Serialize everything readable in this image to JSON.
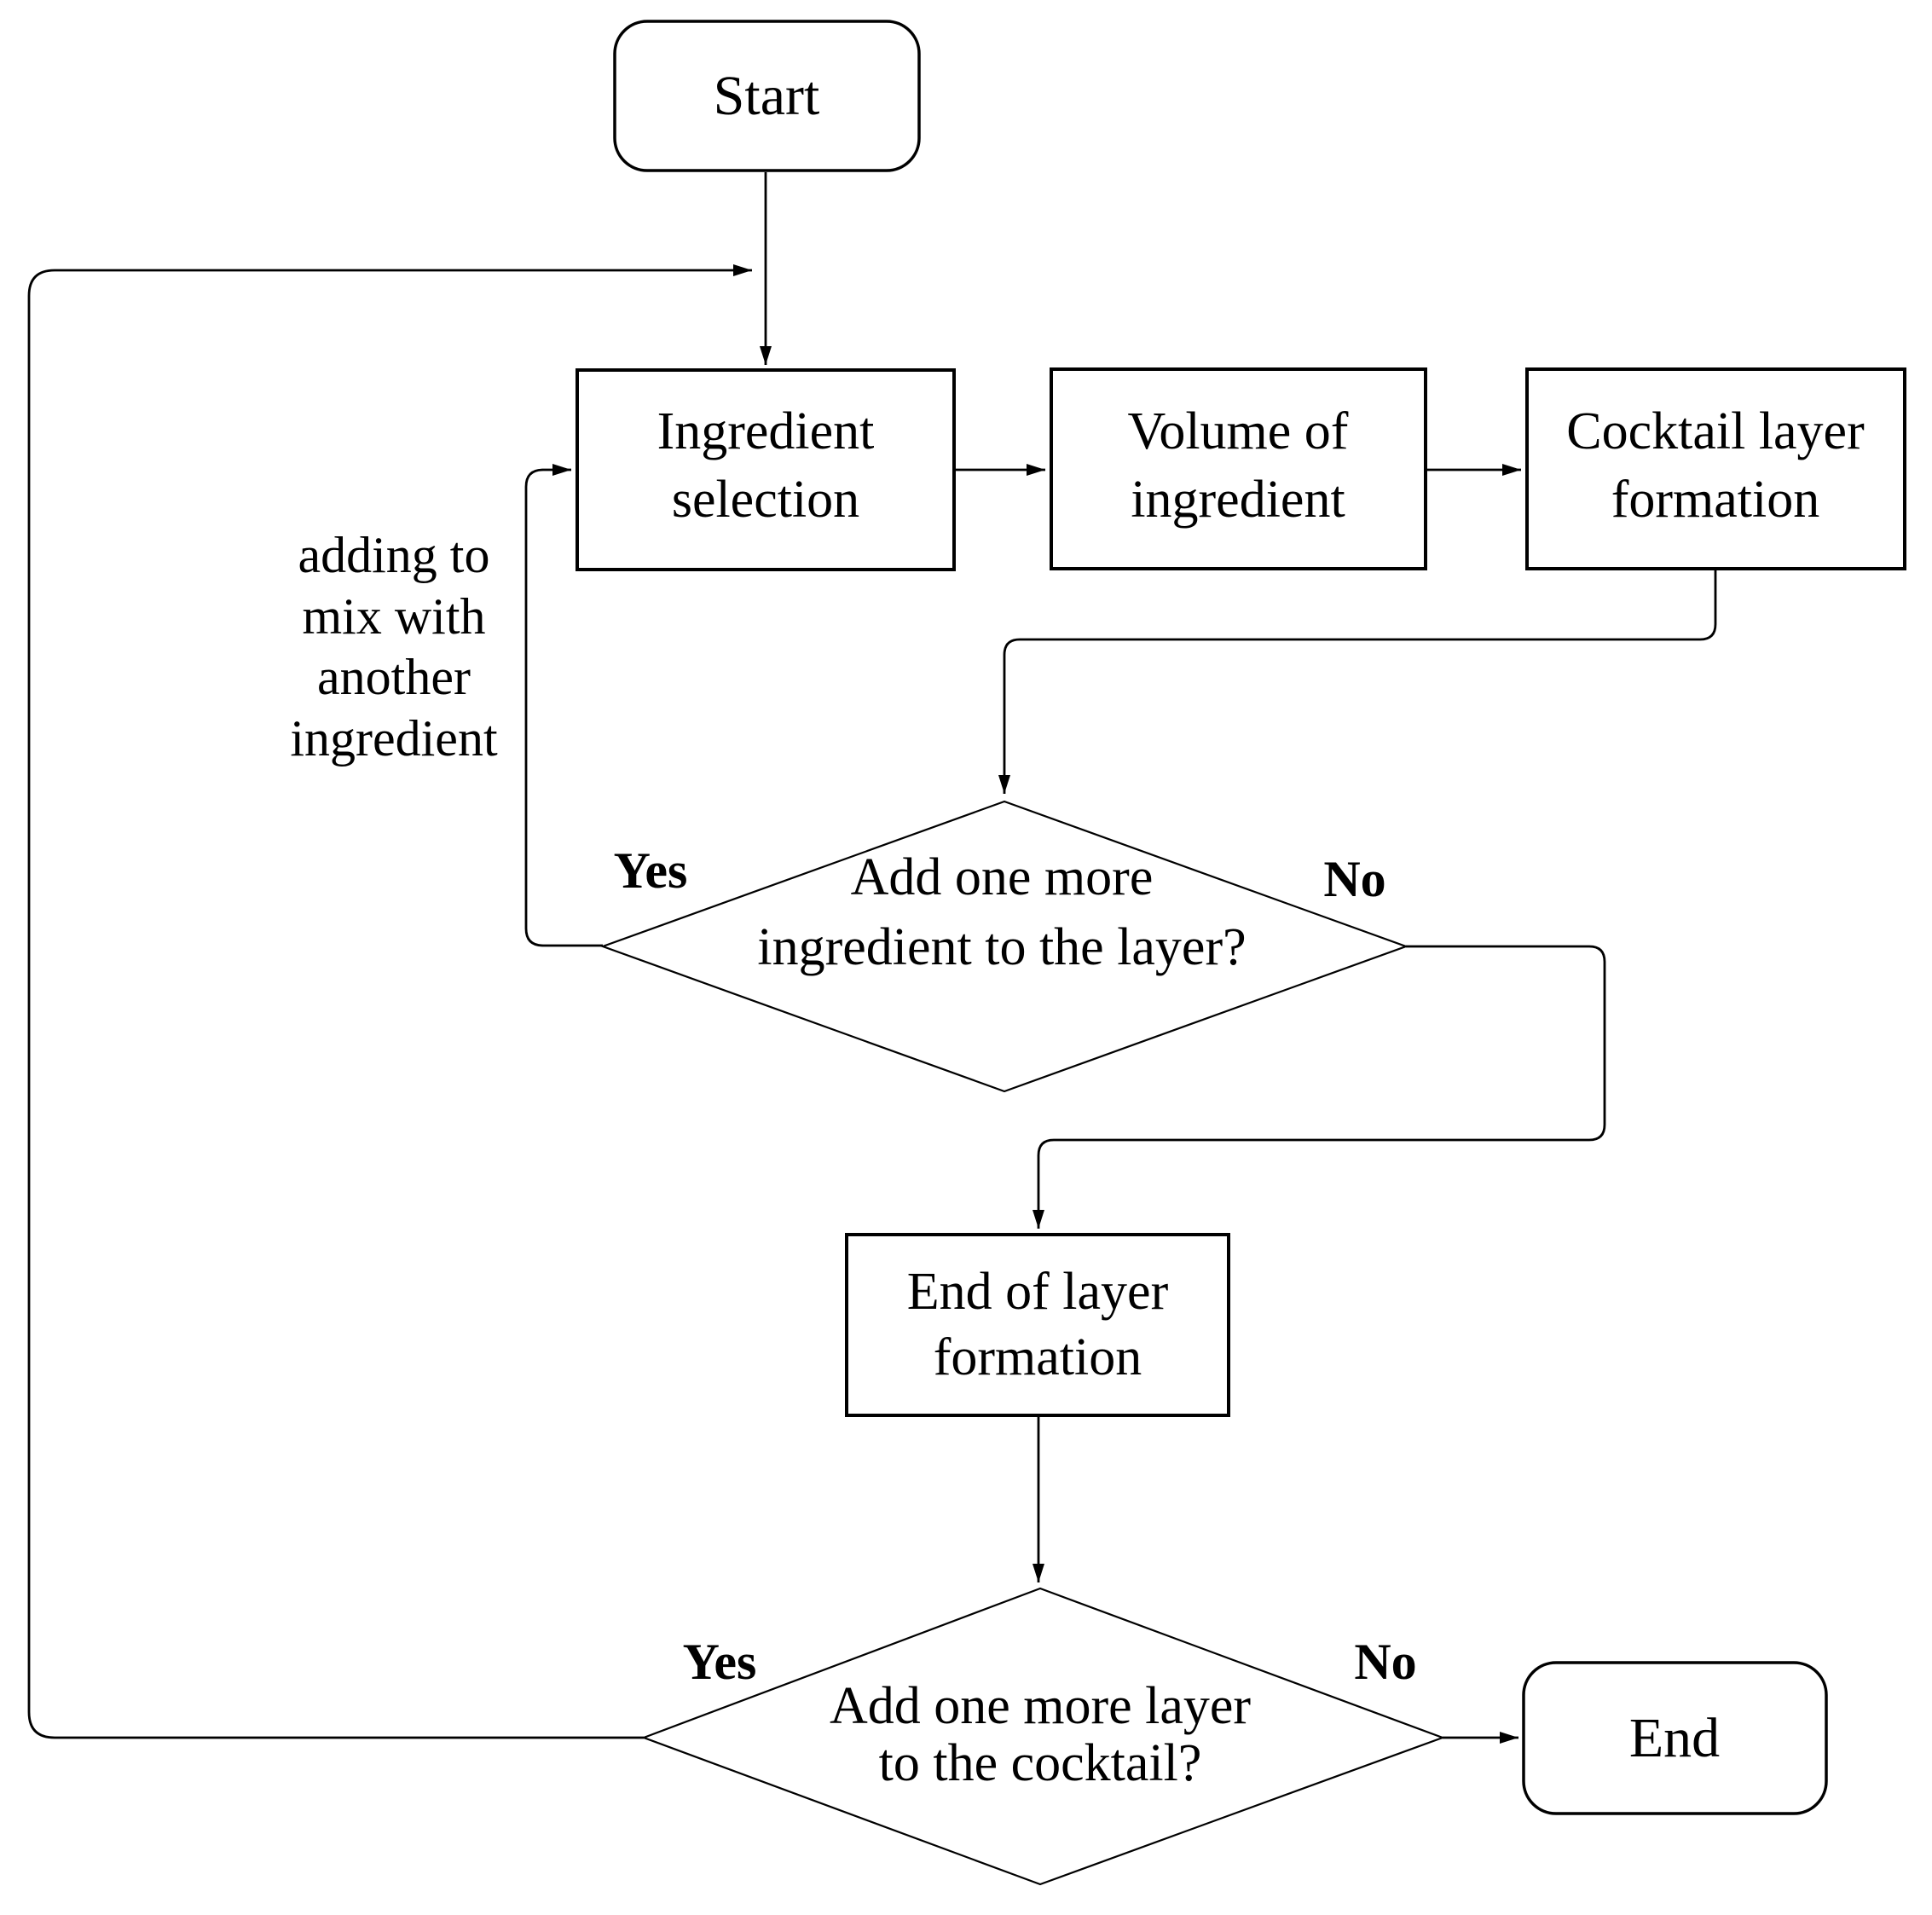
{
  "diagram": {
    "background_color": "#ffffff",
    "line_color": "#000000",
    "text_color": "#000000",
    "nodes": {
      "start": {
        "type": "terminator",
        "label": "Start"
      },
      "ingredient_selection": {
        "type": "process",
        "lines": [
          "Ingredient",
          "selection"
        ]
      },
      "volume_of_ingredient": {
        "type": "process",
        "lines": [
          "Volume of",
          "ingredient"
        ]
      },
      "cocktail_layer_formation": {
        "type": "process",
        "lines": [
          "Cocktail layer",
          "formation"
        ]
      },
      "decision_add_ingredient": {
        "type": "decision",
        "lines": [
          "Add one more",
          "ingredient to the layer?"
        ]
      },
      "end_of_layer_formation": {
        "type": "process",
        "lines": [
          "End of layer",
          "formation"
        ]
      },
      "decision_add_layer": {
        "type": "decision",
        "lines": [
          "Add one more layer",
          "to the cocktail?"
        ]
      },
      "end": {
        "type": "terminator",
        "label": "End"
      }
    },
    "edge_labels": {
      "yes_ingredient": "Yes",
      "no_ingredient": "No",
      "yes_layer": "Yes",
      "no_layer": "No"
    },
    "loop_note": {
      "lines": [
        "adding to",
        "mix with",
        "another",
        "ingredient"
      ]
    }
  }
}
